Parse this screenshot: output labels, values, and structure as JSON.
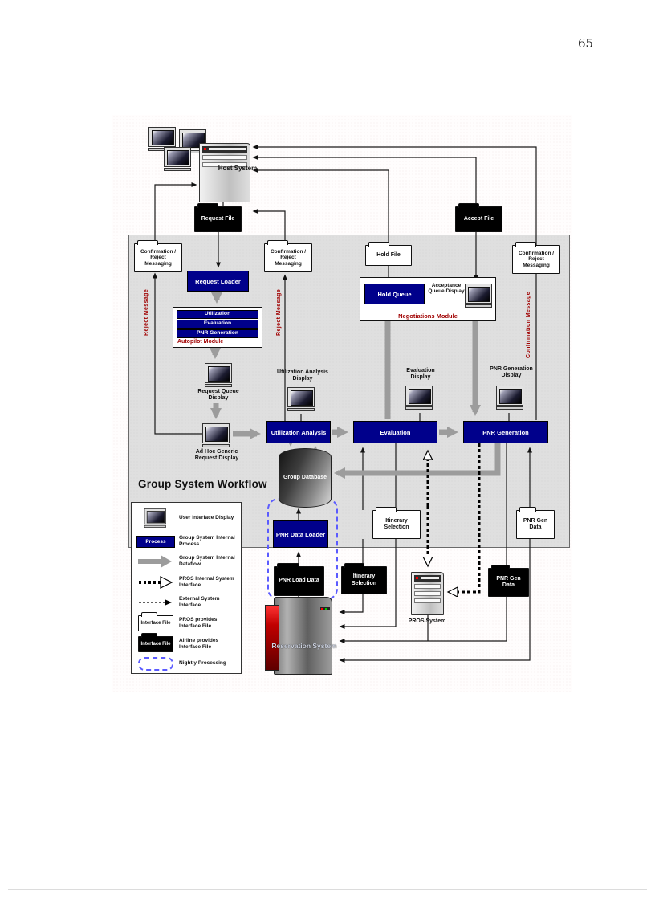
{
  "page": {
    "number": "65"
  },
  "colors": {
    "navy": "#00008b",
    "red_text": "#a00000",
    "panel_gray": "#dfdfdf",
    "arrow_gray": "#9c9c9c",
    "dashed_blue": "#5b5bff",
    "reservation_red": "#c00000"
  },
  "diagram": {
    "title": "Group System Workflow",
    "host": {
      "label": "Host System"
    },
    "files": {
      "request": "Request File",
      "accept": "Accept File",
      "conf_reject": "Confirmation / Reject Messaging",
      "hold": "Hold File",
      "itinerary": "Itinerary Selection",
      "pnr_gen": "PNR Gen Data",
      "pnr_load": "PNR Load Data"
    },
    "messages": {
      "reject": "Reject Message",
      "confirmation": "Confirmation Message"
    },
    "processes": {
      "request_loader": "Request Loader",
      "utilization_analysis": "Utilization Analysis",
      "evaluation": "Evaluation",
      "pnr_generation": "PNR Generation",
      "pnr_data_loader": "PNR Data Loader",
      "hold_queue": "Hold Queue"
    },
    "autopilot": {
      "label": "Autopilot Module",
      "steps": [
        "Utilization",
        "Evaluation",
        "PNR Generation"
      ]
    },
    "negotiations": {
      "label": "Negotiations Module",
      "acceptance_display": "Acceptance Queue Display"
    },
    "displays": {
      "request_queue": "Request Queue Display",
      "adhoc": "Ad Hoc Generic Request Display",
      "utilization": "Utilization Analysis Display",
      "evaluation": "Evaluation Display",
      "pnr_generation": "PNR Generation Display"
    },
    "database": {
      "label": "Group Database"
    },
    "systems": {
      "reservation": "Reservation System",
      "pros": "PROS System"
    },
    "legend": {
      "rows": [
        {
          "label": "User Interface Display"
        },
        {
          "icon_label": "Process",
          "label": "Group System Internal Process"
        },
        {
          "label": "Group System Internal Dataflow"
        },
        {
          "label": "PROS Internal System Interface"
        },
        {
          "label": "External System Interface"
        },
        {
          "icon_label": "Interface File",
          "label": "PROS provides Interface File"
        },
        {
          "icon_label": "Interface File",
          "label": "Airline provides Interface File"
        },
        {
          "label": "Nightly Processing"
        }
      ]
    }
  }
}
